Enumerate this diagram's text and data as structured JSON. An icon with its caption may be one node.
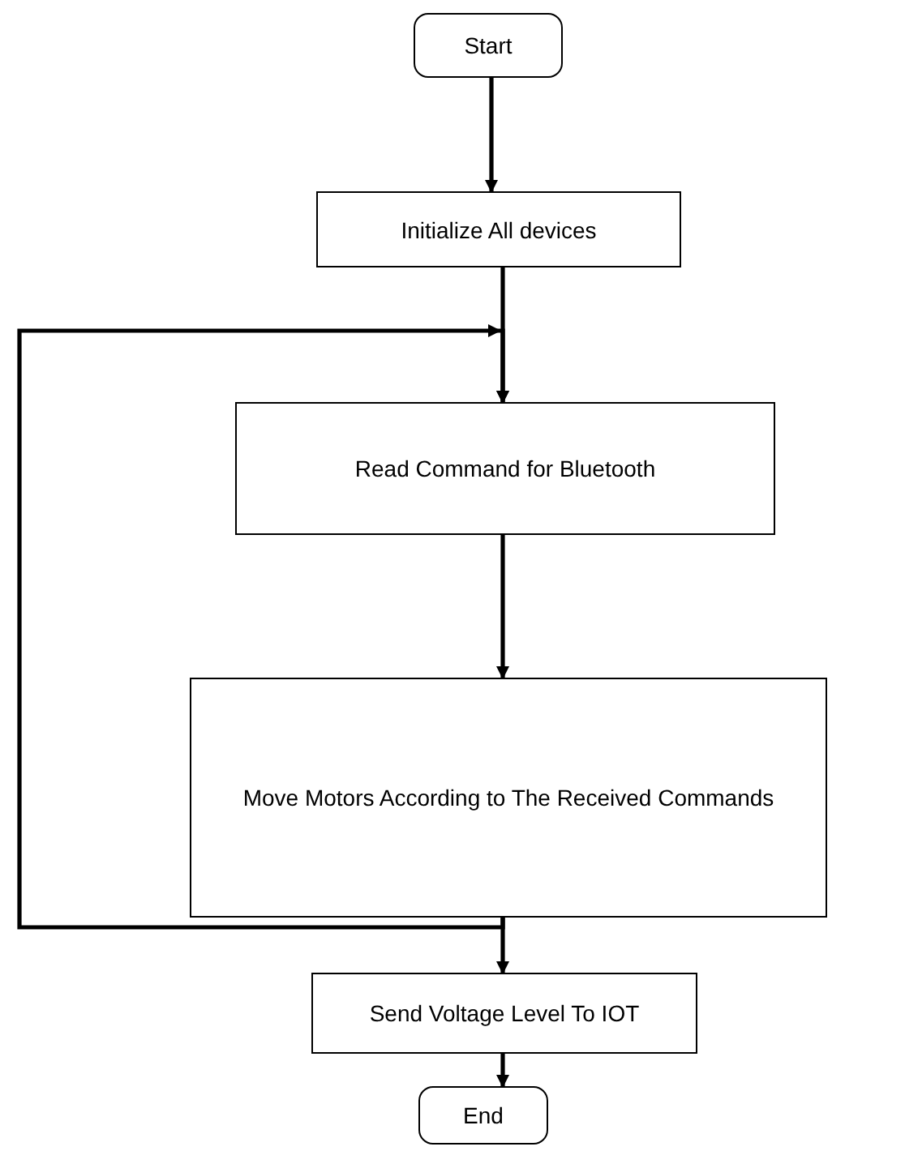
{
  "diagram": {
    "nodes": [
      {
        "text": [
          "Start"
        ]
      },
      {
        "text": [
          "Initialize All devices"
        ]
      },
      {
        "text": [
          "Read Command for Bluetooth"
        ]
      },
      {
        "text": [
          "Move Motors According to The Received Commands"
        ]
      },
      {
        "text": [
          "Send Voltage Level To IOT"
        ]
      },
      {
        "text": [
          "End"
        ]
      }
    ],
    "edges": [
      {
        "from": 0,
        "to": 1,
        "arrow": "to"
      },
      {
        "from": 1,
        "to": 2,
        "arrow": "to"
      },
      {
        "from": 2,
        "to": 3,
        "arrow": "to"
      },
      {
        "from": 3,
        "to": 4,
        "arrow": "to"
      },
      {
        "from": 4,
        "to": 5,
        "arrow": "to"
      },
      {
        "from": 3,
        "to": 2,
        "arrow": "to"
      }
    ]
  }
}
